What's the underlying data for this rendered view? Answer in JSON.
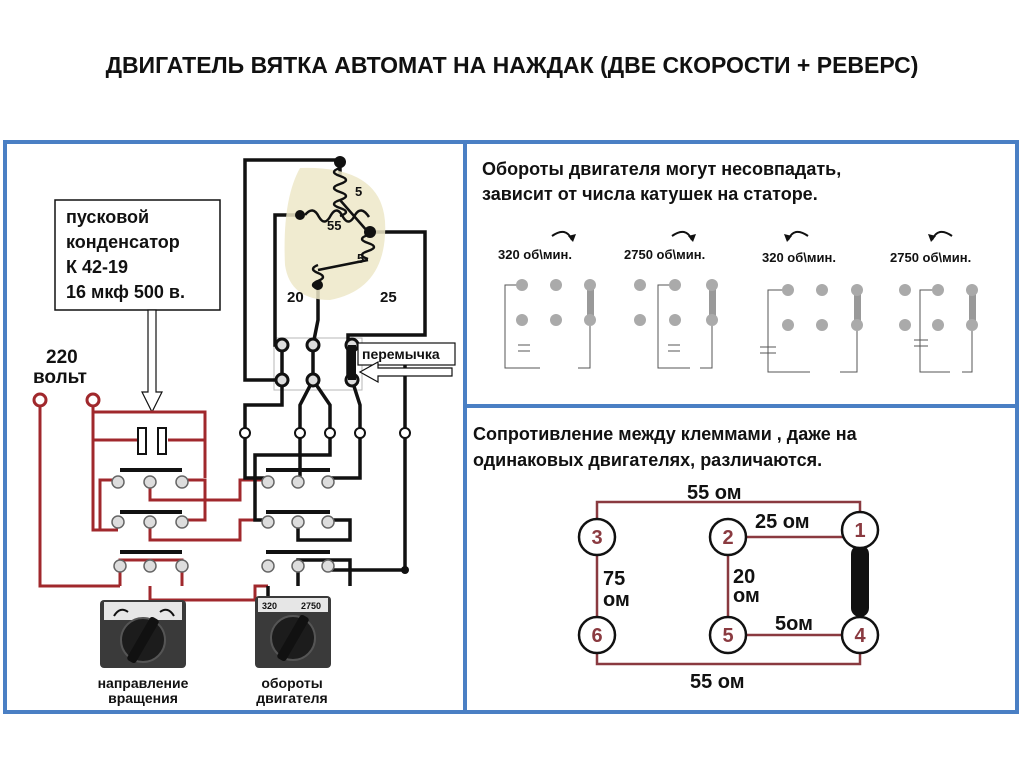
{
  "title": "ДВИГАТЕЛЬ ВЯТКА АВТОМАТ НА НАЖДАК (ДВЕ СКОРОСТИ + РЕВЕРС)",
  "left_panel": {
    "capacitor_label": [
      "пусковой",
      "конденсатор",
      "К 42-19",
      "16 мкф  500 в."
    ],
    "voltage": [
      "220",
      "вольт"
    ],
    "jumper_label": "перемычка",
    "coil_labels": {
      "top": "5",
      "middle": "55",
      "lower": "5",
      "left": "20",
      "right": "25"
    },
    "knob_direction_label": [
      "направление",
      "вращения"
    ],
    "knob_speed_label": [
      "обороты",
      "двигателя"
    ],
    "knob_speed_low": "320",
    "knob_speed_high": "2750"
  },
  "right_top": {
    "note": [
      "Обороты двигателя могут несовпадать,",
      "зависит от числа катушек  на статоре."
    ],
    "cases": [
      {
        "label": "320 об\\мин."
      },
      {
        "label": "2750  об\\мин."
      },
      {
        "label": "320 об\\мин."
      },
      {
        "label": "2750  об\\мин."
      }
    ]
  },
  "right_bottom": {
    "note": [
      "Сопротивление между клеммами , даже на",
      "одинаковых двигателях, различаются."
    ],
    "terminals": [
      "1",
      "2",
      "3",
      "4",
      "5",
      "6"
    ],
    "r_top": "55 ом",
    "r_2_1": "25 ом",
    "r_3_6": [
      "75",
      "ом"
    ],
    "r_2_5": [
      "20",
      "ом"
    ],
    "r_5_4": "5ом",
    "r_bottom": "55 ом"
  },
  "colors": {
    "frame": "#4a7fc4",
    "wire_red": "#a0282c",
    "wire_black": "#111111",
    "coil_bg": "#ede7c8"
  }
}
